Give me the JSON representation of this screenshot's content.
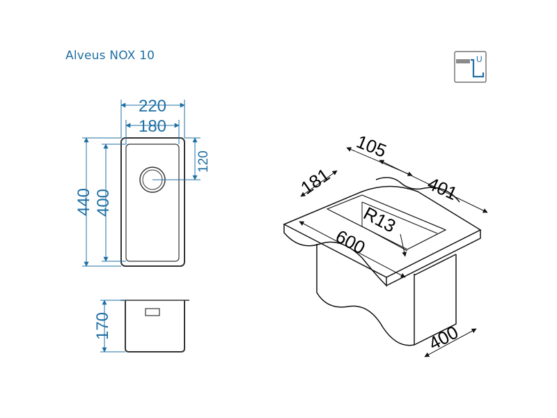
{
  "title": "Alveus NOX 10",
  "colors": {
    "dimension": "#1f6fa3",
    "outline": "#333333",
    "iso_line": "#111111",
    "icon_bar": "#8a8a8a"
  },
  "icon": {
    "name": "undermount-icon",
    "label": "U"
  },
  "top_view": {
    "width_outer": "220",
    "width_inner": "180",
    "height_outer": "440",
    "height_inner": "400",
    "drain_offset": "120"
  },
  "side_view": {
    "depth": "170"
  },
  "iso_view": {
    "dim_105": "105",
    "dim_181": "181",
    "dim_401": "401",
    "dim_r13": "R13",
    "dim_600": "600",
    "dim_400": "400"
  }
}
